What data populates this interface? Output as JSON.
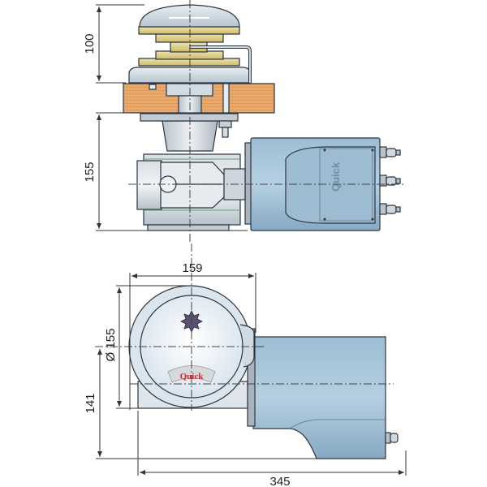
{
  "dimensions": {
    "top_view_height_above_deck": "100",
    "top_view_height_below_deck": "155",
    "front_view_width": "159",
    "front_view_diameter": "Ø 155",
    "front_view_height": "141",
    "front_view_length": "345"
  },
  "brand": {
    "logo_text": "Quick",
    "cover_logo_text": "Quick"
  },
  "colors": {
    "motor": "#8fb3cc",
    "deck": "#e8a768",
    "gypsy": "#e5d89a",
    "metal": "#c9d2da",
    "logo_red": "#d0262b"
  }
}
